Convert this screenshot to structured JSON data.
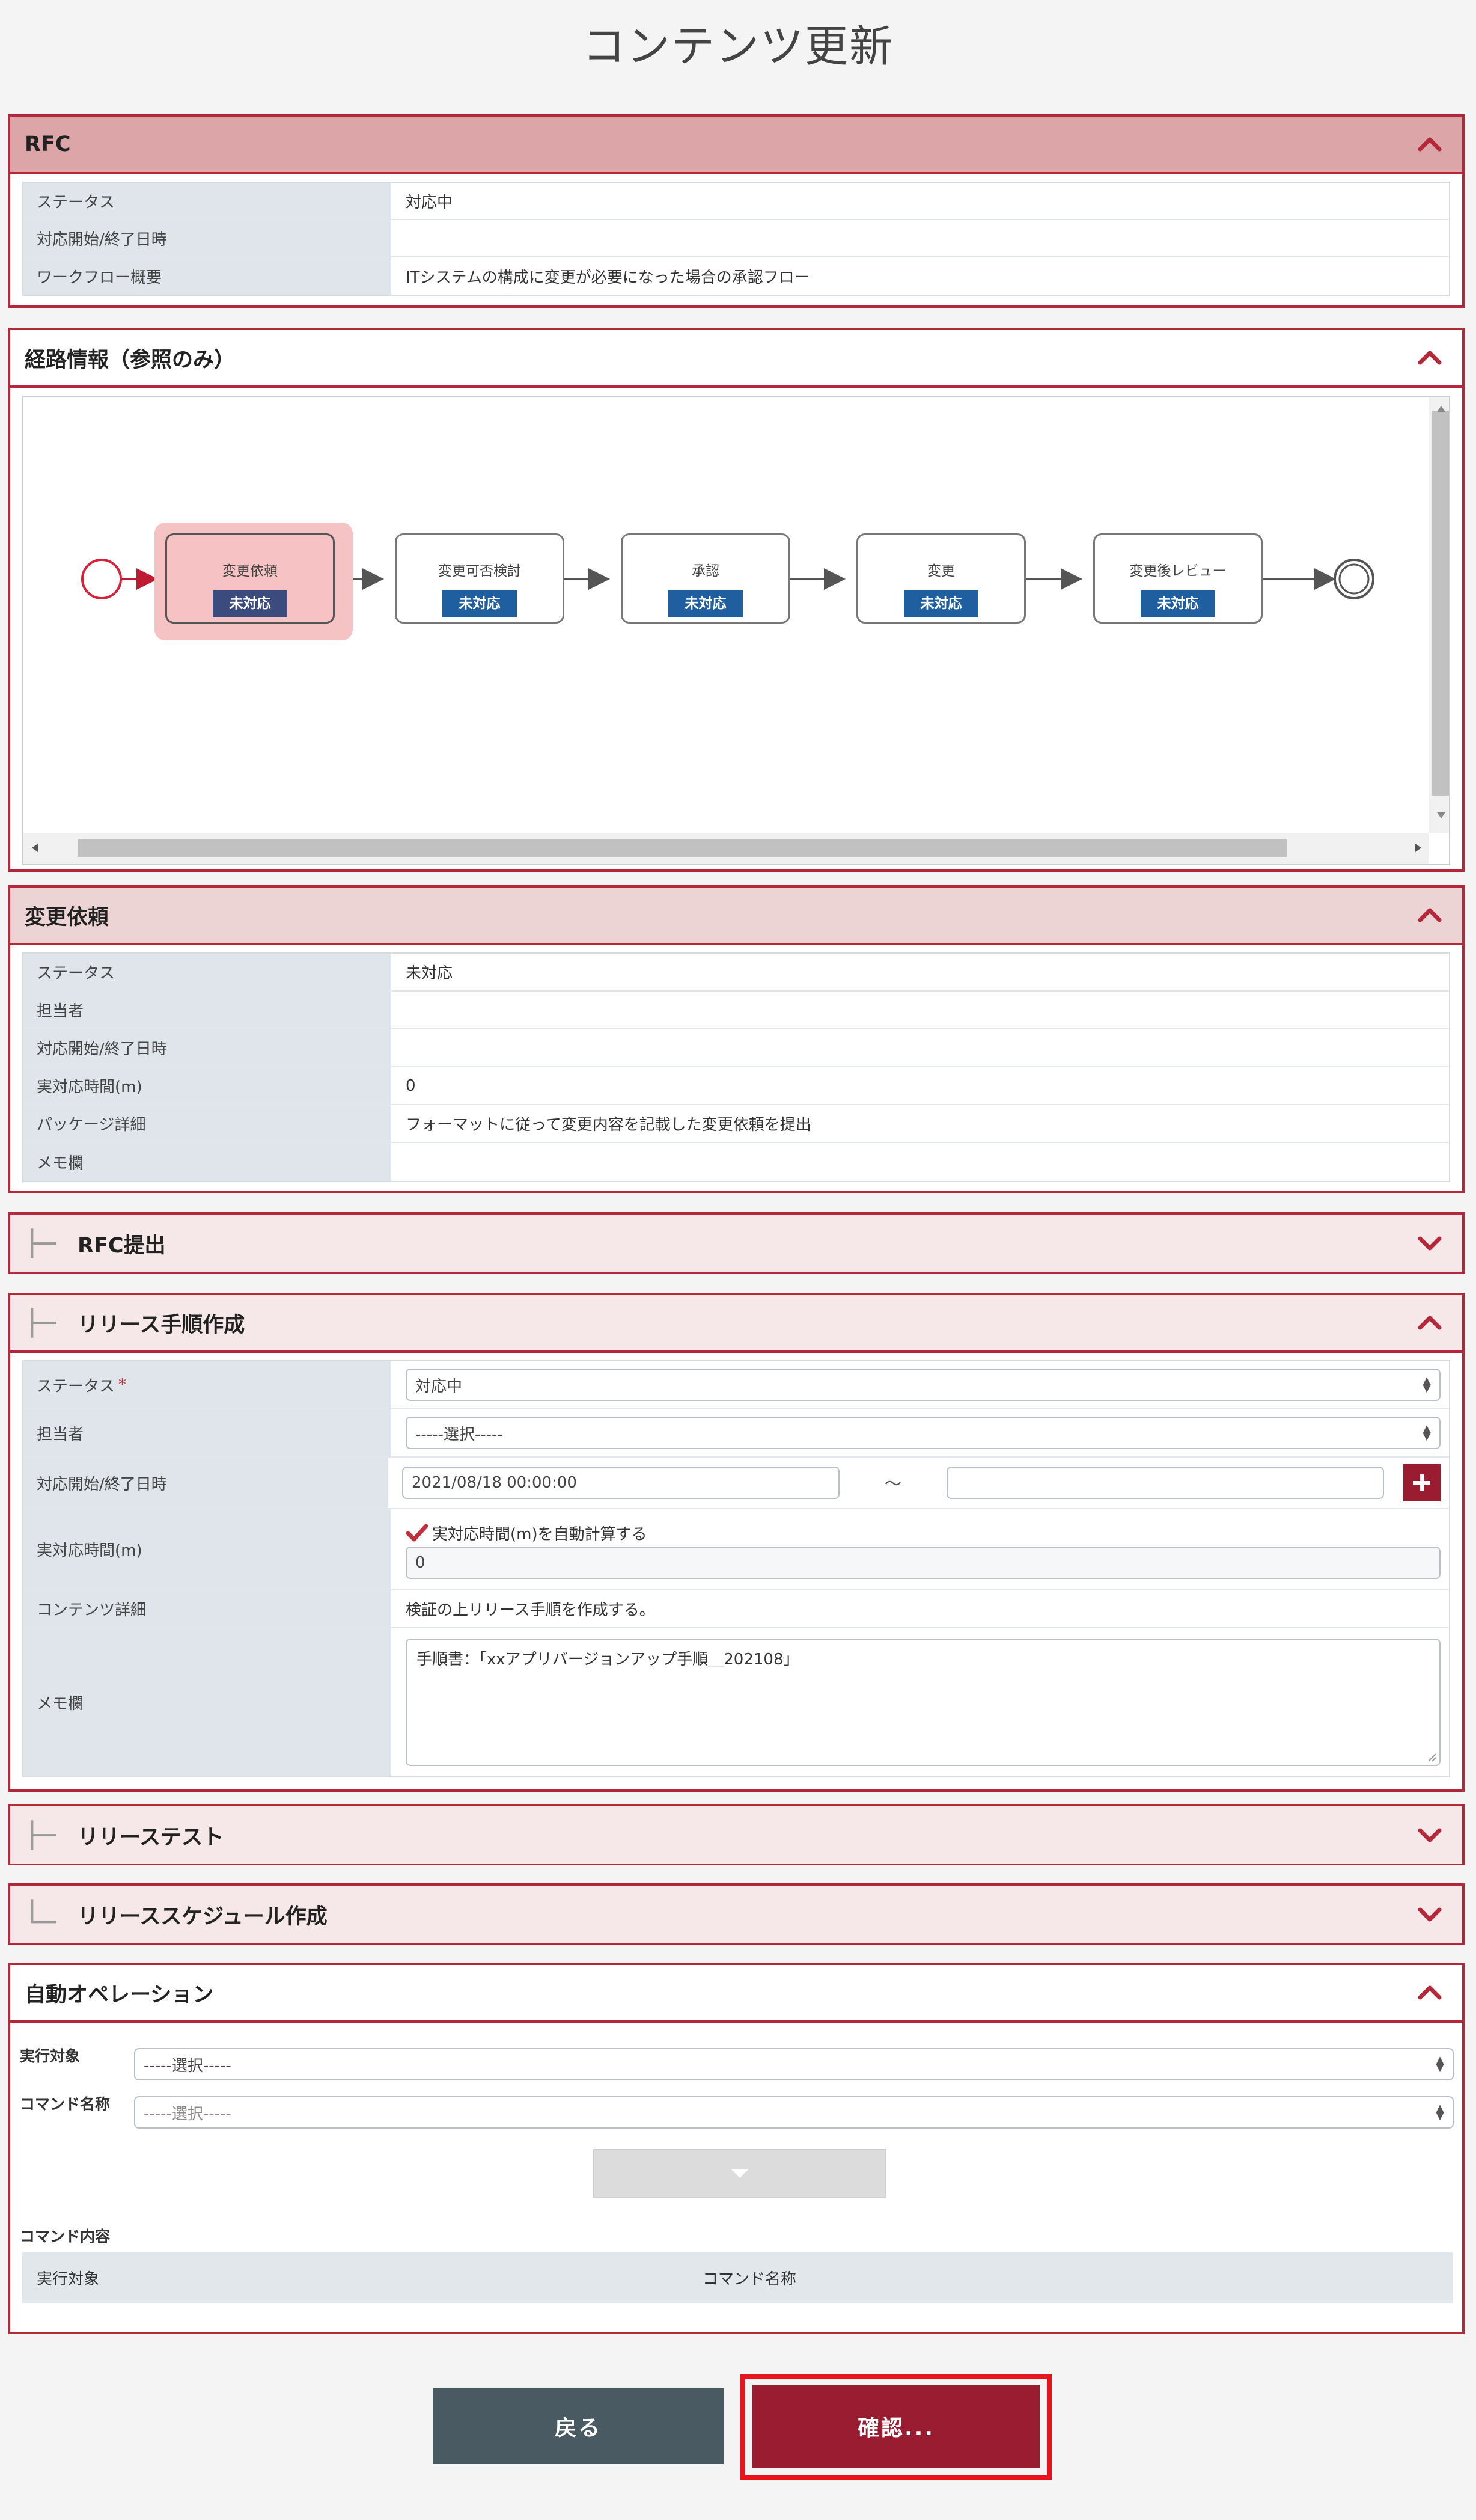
{
  "page_title": "コンテンツ更新",
  "rfc": {
    "title": "RFC",
    "rows": [
      {
        "label": "ステータス",
        "value": "対応中"
      },
      {
        "label": "対応開始/終了日時",
        "value": ""
      },
      {
        "label": "ワークフロー概要",
        "value": "ITシステムの構成に変更が必要になった場合の承認フロー"
      }
    ]
  },
  "route": {
    "title": "経路情報（参照のみ）",
    "nodes": [
      {
        "label": "変更依頼",
        "status": "未対応"
      },
      {
        "label": "変更可否検討",
        "status": "未対応"
      },
      {
        "label": "承認",
        "status": "未対応"
      },
      {
        "label": "変更",
        "status": "未対応"
      },
      {
        "label": "変更後レビュー",
        "status": "未対応"
      }
    ]
  },
  "change_request": {
    "title": "変更依頼",
    "rows": [
      {
        "label": "ステータス",
        "value": "未対応"
      },
      {
        "label": "担当者",
        "value": ""
      },
      {
        "label": "対応開始/終了日時",
        "value": ""
      },
      {
        "label": "実対応時間(m)",
        "value": "0"
      },
      {
        "label": "パッケージ詳細",
        "value": "フォーマットに従って変更内容を記載した変更依頼を提出"
      },
      {
        "label": "メモ欄",
        "value": ""
      }
    ]
  },
  "rfc_submit": {
    "title": "RFC提出"
  },
  "release_proc": {
    "title": "リリース手順作成",
    "status_label": "ステータス",
    "required_mark": "*",
    "status_value": "対応中",
    "assignee_label": "担当者",
    "assignee_value": "-----選択-----",
    "datetime_label": "対応開始/終了日時",
    "start_value": "2021/08/18 00:00:00",
    "end_value": "",
    "tilde": "～",
    "time_label": "実対応時間(m)",
    "auto_calc_label": "実対応時間(m)を自動計算する",
    "time_value": "0",
    "content_label": "コンテンツ詳細",
    "content_value": "検証の上リリース手順を作成する。",
    "memo_label": "メモ欄",
    "memo_value": "手順書：「xxアプリバージョンアップ手順＿202108」"
  },
  "release_test": {
    "title": "リリーステスト"
  },
  "release_schedule": {
    "title": "リリーススケジュール作成"
  },
  "auto_op": {
    "title": "自動オペレーション",
    "target_label": "実行対象",
    "target_value": "-----選択-----",
    "command_label": "コマンド名称",
    "command_placeholder": "-----選択-----",
    "content_label": "コマンド内容",
    "col_target": "実行対象",
    "col_command": "コマンド名称"
  },
  "buttons": {
    "back": "戻る",
    "confirm": "確認..."
  },
  "colors": {
    "accent": "#b4283a",
    "confirm": "#9a1c31",
    "back": "#4a5a63",
    "status_badge": "#1f5fa0",
    "highlight": "#e8141e"
  }
}
